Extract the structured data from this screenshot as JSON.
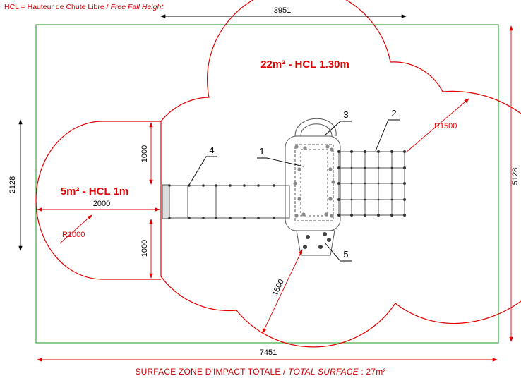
{
  "legend": {
    "prefix": "HCL = Hauteur de Chute Libre /",
    "italic": "Free Fall Height"
  },
  "zones": {
    "main": "22m² - HCL 1.30m",
    "slide": "5m² - HCL 1m"
  },
  "dimensions": {
    "top_width": "3951",
    "left_height": "2128",
    "bottom_width": "7451",
    "right_height": "5128",
    "slide_run": "2000",
    "slide_upper": "1000",
    "slide_lower": "1000",
    "radius_small": "R1000",
    "radius_large": "R1500",
    "offset_diagonal": "1500"
  },
  "callouts": [
    "1",
    "2",
    "3",
    "4",
    "5"
  ],
  "total": {
    "prefix": "SURFACE ZONE D'IMPACT TOTALE /",
    "italic": "TOTAL SURFACE",
    "suffix": " : 27m²"
  },
  "colors": {
    "zone_line": "#e00000",
    "border": "#1a9a1a",
    "equipment": "#555555",
    "dimension": "#000000"
  }
}
